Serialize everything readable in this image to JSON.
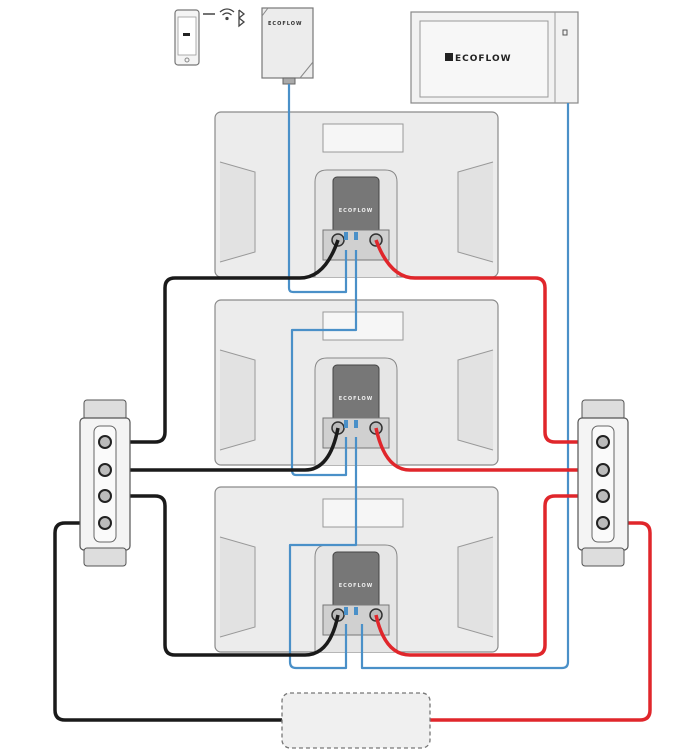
{
  "diagram": {
    "monitor_logo": "ECOFLOW",
    "hub_logo": "ECOFLOW",
    "battery_logo": "ECOFLOW",
    "battery_count": 3,
    "colors": {
      "negative_cable": "#1a1a1a",
      "positive_cable": "#e0262b",
      "communication_cable": "#4a90c8",
      "device_fill": "#efefef",
      "device_stroke": "#888888"
    }
  }
}
